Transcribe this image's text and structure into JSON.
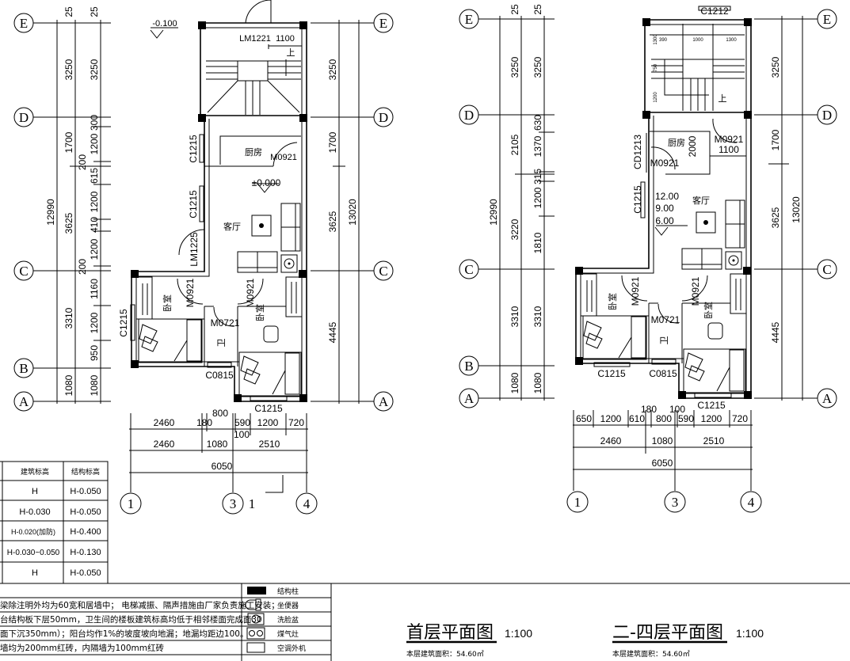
{
  "axes": {
    "E": "E",
    "D": "D",
    "C": "C",
    "B": "B",
    "A": "A",
    "n1": "1",
    "n3": "3",
    "n4": "4"
  },
  "plan1": {
    "title": "首层平面图",
    "scale": "1:100",
    "area": "本层建筑面积：54.60㎡",
    "left_total": "12990",
    "left_mid": [
      "25",
      "3250",
      "1700",
      "3625",
      "3310",
      "1080"
    ],
    "left_inner": [
      "25",
      "3250",
      "300",
      "1200",
      "200",
      "615",
      "1200",
      "410",
      "1200",
      "200",
      "1160",
      "1200",
      "950",
      "1080"
    ],
    "right_dims": [
      "3250",
      "1700",
      "3625",
      "4445"
    ],
    "right_total": "13020",
    "bottom_row1": [
      "2460",
      "180",
      "800",
      "590",
      "1200",
      "720"
    ],
    "bottom_row2": [
      "2460",
      "1080",
      "100",
      "2510"
    ],
    "bottom_total": "6050",
    "section_mark": "1",
    "labels": {
      "elev_out": "-0.100",
      "lm1221": "LM1221",
      "w1100": "1100",
      "up": "上",
      "c1215_a": "C1215",
      "kitchen": "厨房",
      "m0921_k": "M0921",
      "elev_in": "±0.000",
      "c1215_b": "C1215",
      "living": "客厅",
      "lm1225": "LM1225",
      "bed1": "卧室",
      "m0921_a": "M0921",
      "m0921_b": "M0921",
      "bed2": "卧室",
      "m0721": "M0721",
      "c1215_c": "C1215",
      "bath": "卫",
      "c0815": "C0815",
      "c1215_d": "C1215"
    }
  },
  "plan2": {
    "title": "二-四层平面图",
    "scale": "1:100",
    "area": "本层建筑面积：54.60㎡",
    "left_total": "12990",
    "left_mid": [
      "25",
      "3250",
      "2105",
      "3220",
      "3310",
      "1080"
    ],
    "left_inner": [
      "25",
      "3250",
      "630",
      "1370",
      "315",
      "1200",
      "1810",
      "3310",
      "1080"
    ],
    "right_dims": [
      "3250",
      "1700",
      "3625",
      "4445"
    ],
    "right_total": "13020",
    "bottom_row1": [
      "650",
      "1200",
      "610",
      "180",
      "100",
      "800",
      "590",
      "1200",
      "720"
    ],
    "bottom_row2": [
      "2460",
      "1080",
      "2510"
    ],
    "bottom_total": "6050",
    "labels": {
      "c1212": "C1212",
      "s390": "390",
      "s1000": "1000",
      "s1300": "1300",
      "s1300v": "1300",
      "s750": "750",
      "s1200": "1200",
      "up": "上",
      "d2000": "2000",
      "m0921_k": "M0921",
      "w1100": "1100",
      "kitchen": "厨房",
      "m0921_k2": "M0921",
      "cd1213": "CD1213",
      "c1215_a": "C1215",
      "e12": "12.00",
      "e9": "9.00",
      "e6": "6.00",
      "living": "客厅",
      "bed1": "卧室",
      "m0921_a": "M0921",
      "m0921_b": "M0921",
      "m0721": "M0721",
      "bed2": "卧室",
      "bath": "卫",
      "c1215_b": "C1215",
      "c0815": "C0815",
      "c1215_c": "C1215"
    }
  },
  "elevation_table": {
    "headers": [
      "建筑标高",
      "结构标高"
    ],
    "rows": [
      [
        "H",
        "H-0.050"
      ],
      [
        "H-0.030",
        "H-0.050"
      ],
      [
        "H-0.020(加防)",
        "H-0.400"
      ],
      [
        "H-0.030~0.050",
        "H-0.130"
      ],
      [
        "H",
        "H-0.050"
      ]
    ]
  },
  "notes": [
    "梁除注明外均为60宽和居墙中；  电梯减振、隔声措施由厂家负责施工安装；",
    "台结构板下层50mm，卫生间的楼板建筑标高均低于相邻楼面完成面30",
    "面下沉350mm）；阳台均作1%的坡度坡向地漏；地漏均距边100。",
    "墙均为200mm红砖，内隔墙为100mm红砖"
  ],
  "legend": [
    {
      "icon": "structural-column-icon",
      "label": "结构柱"
    },
    {
      "icon": "toilet-icon",
      "label": "坐便器"
    },
    {
      "icon": "washbasin-icon",
      "label": "洗脸盆"
    },
    {
      "icon": "gas-stove-icon",
      "label": "煤气灶"
    },
    {
      "icon": "ac-unit-icon",
      "label": "空调外机"
    }
  ]
}
